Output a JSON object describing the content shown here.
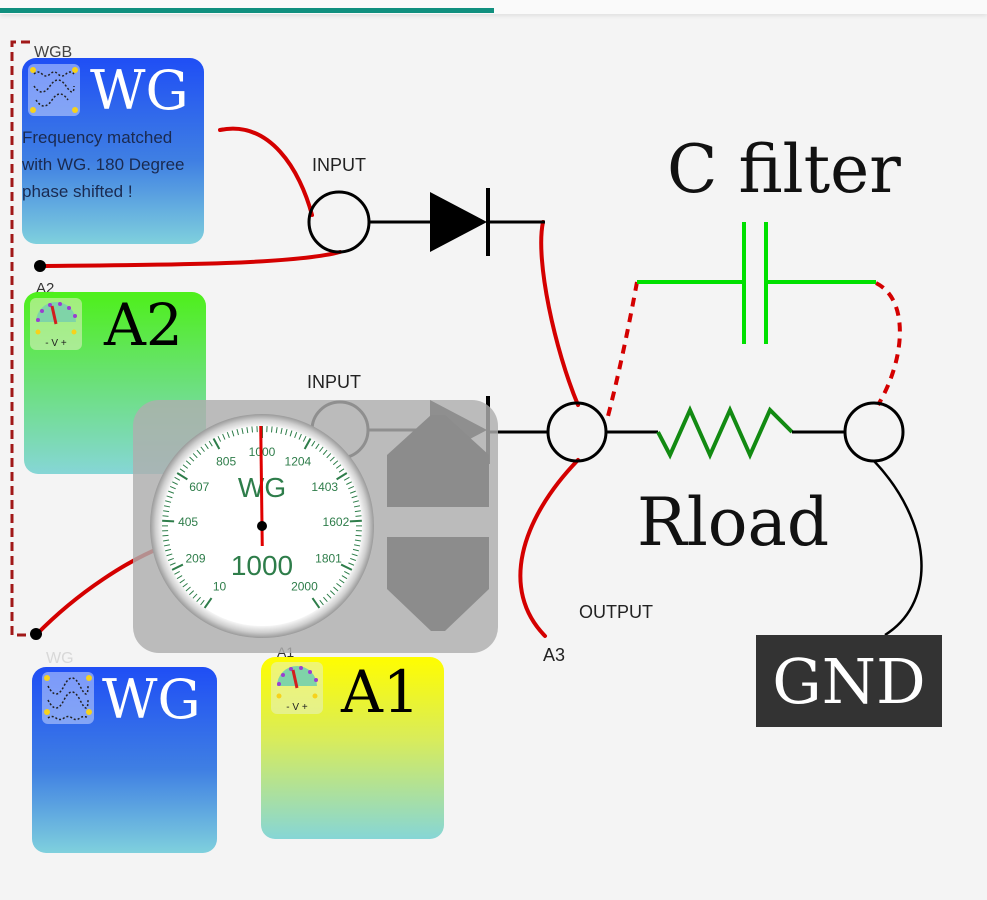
{
  "app": {
    "progress_percent": 50,
    "accent_color": "#11907f"
  },
  "cards": {
    "wgb": {
      "caption": "WGB",
      "title": "WG",
      "description": "Frequency matched with WG. 180 Degree phase shifted !",
      "icon": "waveform-generator-icon"
    },
    "a2": {
      "caption": "A2",
      "title": "A2",
      "icon": "analog-meter-icon"
    },
    "wg": {
      "caption": "WG",
      "title": "WG",
      "icon": "waveform-generator-icon"
    },
    "a1": {
      "caption": "A1",
      "title": "A1",
      "icon": "analog-meter-icon"
    }
  },
  "circuit": {
    "input_label_1": "INPUT",
    "input_label_2": "INPUT",
    "output_label": "OUTPUT",
    "probe_a3": "A3",
    "capacitor_title": "C filter",
    "resistor_title": "Rload",
    "ground_label": "GND",
    "colors": {
      "wire": "#d40000",
      "capacitor": "#00e000",
      "resistor": "#128a12",
      "component": "#000000"
    }
  },
  "frequency_control": {
    "dial_title": "WG",
    "value": 1000,
    "value_text": "1000",
    "scale_labels": [
      "10",
      "209",
      "405",
      "607",
      "805",
      "1000",
      "1204",
      "1403",
      "1602",
      "1801",
      "2000"
    ],
    "increase_label": "increase",
    "decrease_label": "decrease"
  }
}
